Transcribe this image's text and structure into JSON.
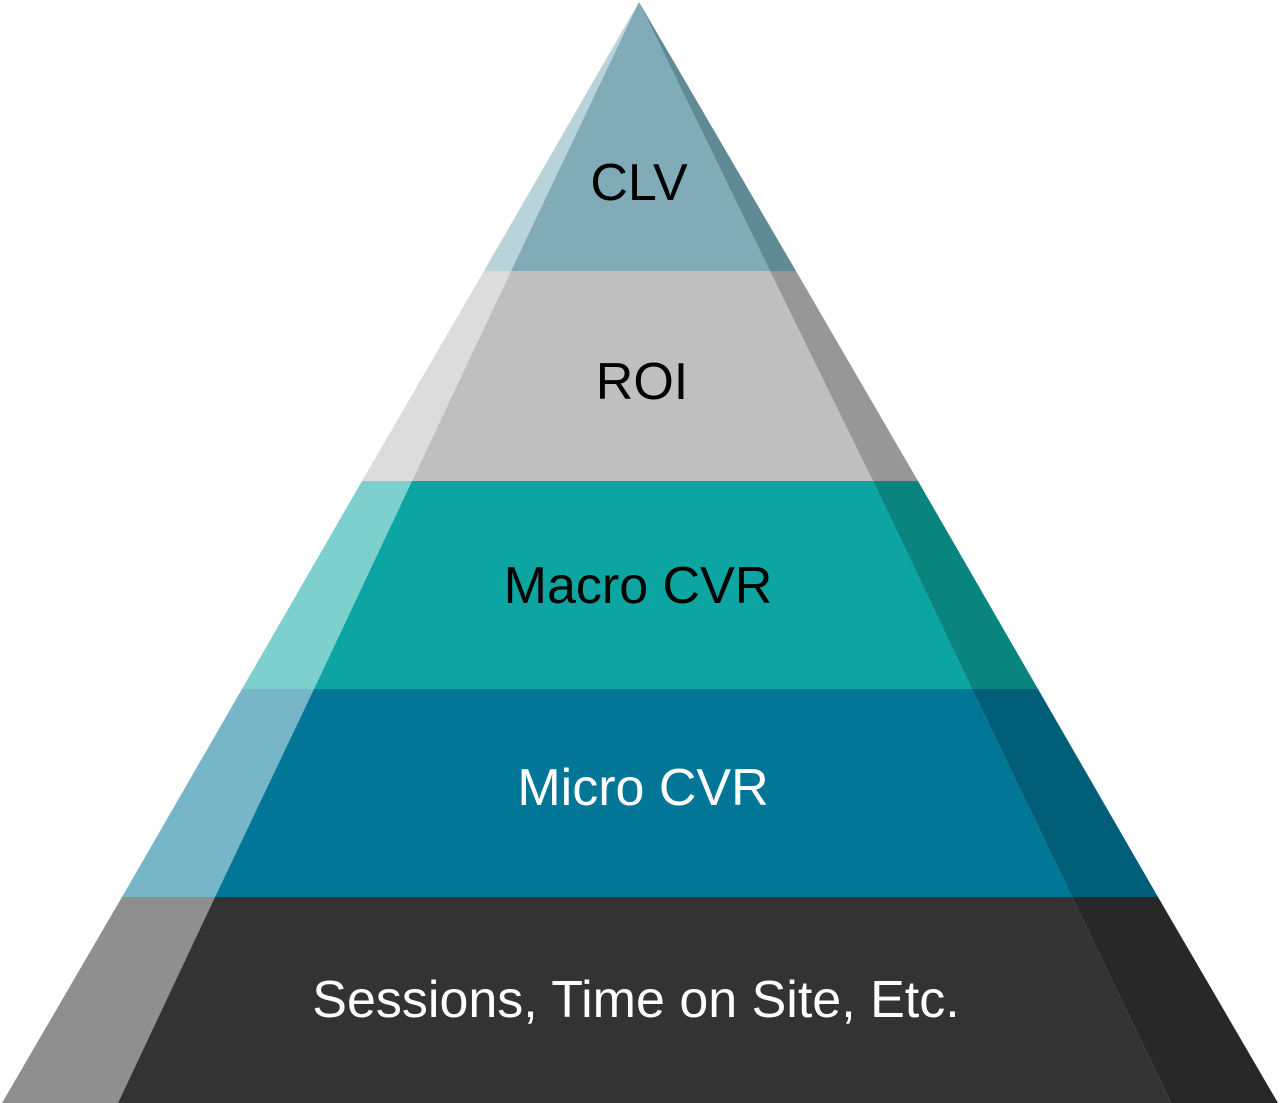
{
  "tiers": [
    {
      "label": "CLV",
      "center": "#80abb7",
      "left": "#b9d3da",
      "right": "#608a94",
      "text_color": "#000000"
    },
    {
      "label": "ROI",
      "center": "#bfbfbf",
      "left": "#dcdcdc",
      "right": "#979797",
      "text_color": "#000000"
    },
    {
      "label": "Macro CVR",
      "center": "#0da5a1",
      "left": "#7dd0ce",
      "right": "#0a847f",
      "text_color": "#000000"
    },
    {
      "label": "Micro CVR",
      "center": "#017697",
      "left": "#77b5c8",
      "right": "#015e78",
      "text_color": "#ffffff"
    },
    {
      "label": "Sessions, Time on Site, Etc.",
      "center": "#333333",
      "left": "#8f8f8f",
      "right": "#282828",
      "text_color": "#ffffff"
    }
  ]
}
